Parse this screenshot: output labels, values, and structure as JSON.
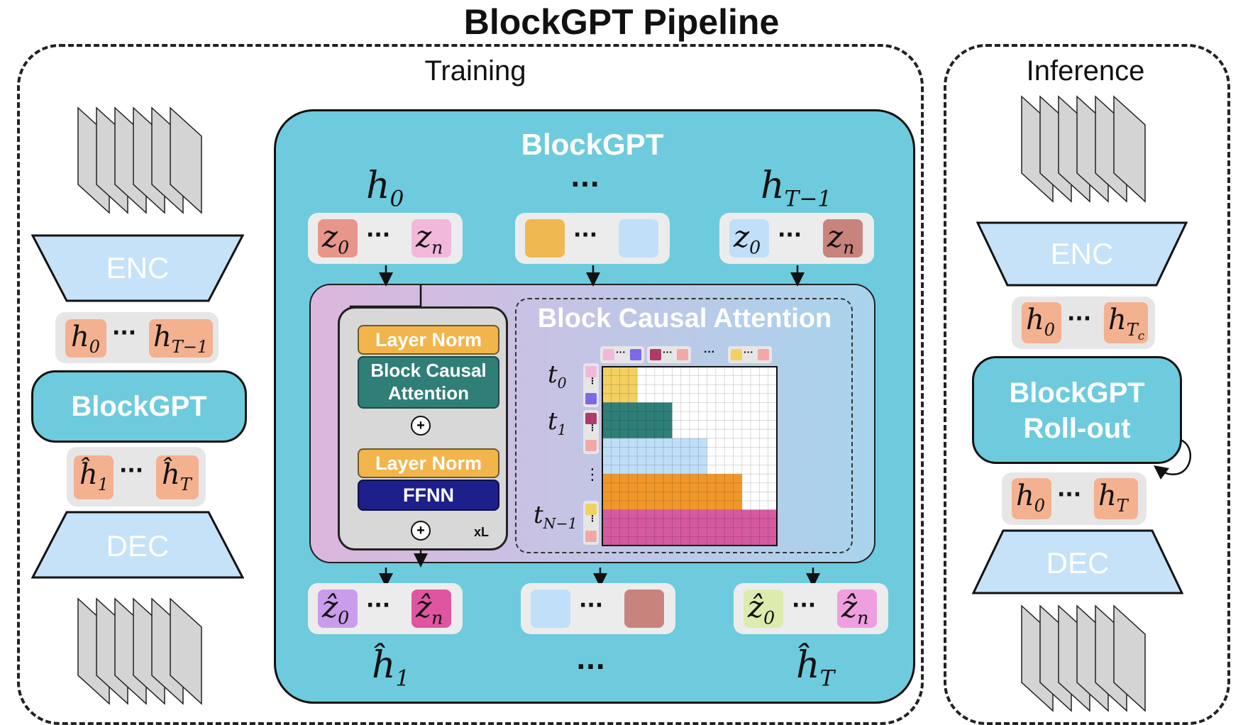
{
  "title": "BlockGPT Pipeline",
  "training": {
    "label": "Training",
    "enc_label": "ENC",
    "dec_label": "DEC",
    "blockgpt_label": "BlockGPT",
    "h_first": "h",
    "h_first_sub": "0",
    "h_last": "h",
    "h_last_sub": "T−1",
    "hhat_first": "ĥ",
    "hhat_first_sub": "1",
    "hhat_last": "ĥ",
    "hhat_last_sub": "T",
    "dots": "···"
  },
  "blockgpt": {
    "title": "BlockGPT",
    "inputs": [
      {
        "label": "h",
        "sub": "0"
      },
      {
        "label": "···",
        "sub": ""
      },
      {
        "label": "h",
        "sub": "T−1"
      }
    ],
    "outputs": [
      {
        "label": "ĥ",
        "sub": "1"
      },
      {
        "label": "···",
        "sub": ""
      },
      {
        "label": "ĥ",
        "sub": "T"
      }
    ],
    "z_first": "z",
    "z_first_sub": "0",
    "z_last": "z",
    "z_last_sub": "n",
    "zhat_first": "ẑ",
    "zhat_first_sub": "0",
    "zhat_last": "ẑ",
    "zhat_last_sub": "n",
    "dots": "···",
    "colors": {
      "in0_a": "#e8968c",
      "in0_b": "#f2b8dc",
      "in1_a": "#f0b850",
      "in1_b": "#c0dff8",
      "in2_a": "#c0dff8",
      "in2_b": "#c9837d",
      "out0_a": "#c99cec",
      "out0_b": "#e0559f",
      "out1_a": "#c0dff8",
      "out1_b": "#c9837d",
      "out2_a": "#dbecac",
      "out2_b": "#ef9fdf"
    }
  },
  "transformer": {
    "layer_norm_1": "Layer Norm",
    "attention_line1": "Block Causal",
    "attention_line2": "Attention",
    "layer_norm_2": "Layer Norm",
    "ffnn": "FFNN",
    "repeat": "xL",
    "plus": "+"
  },
  "attention_panel": {
    "title": "Block Causal Attention",
    "row_labels": [
      {
        "label": "t",
        "sub": "0"
      },
      {
        "label": "t",
        "sub": "1"
      },
      {
        "label": "⋮",
        "sub": ""
      },
      {
        "label": "t",
        "sub": "N−1"
      }
    ],
    "top_dots": "···",
    "block_colors": [
      "#f3d060",
      "#2f7e78",
      "#bfdff8",
      "#f0972a",
      "#d65aa0"
    ],
    "block_widths_cells": [
      2,
      4,
      6,
      8,
      10
    ],
    "grid_cells": 10
  },
  "inference": {
    "label": "Inference",
    "enc_label": "ENC",
    "dec_label": "DEC",
    "rollout_line1": "BlockGPT",
    "rollout_line2": "Roll-out",
    "h_first": "h",
    "h_first_sub": "0",
    "h_ctx": "h",
    "h_ctx_sub": "T",
    "h_ctx_subsub": "c",
    "h_out_first": "h",
    "h_out_first_sub": "0",
    "h_out_last": "h",
    "h_out_last_sub": "T",
    "dots": "···"
  }
}
